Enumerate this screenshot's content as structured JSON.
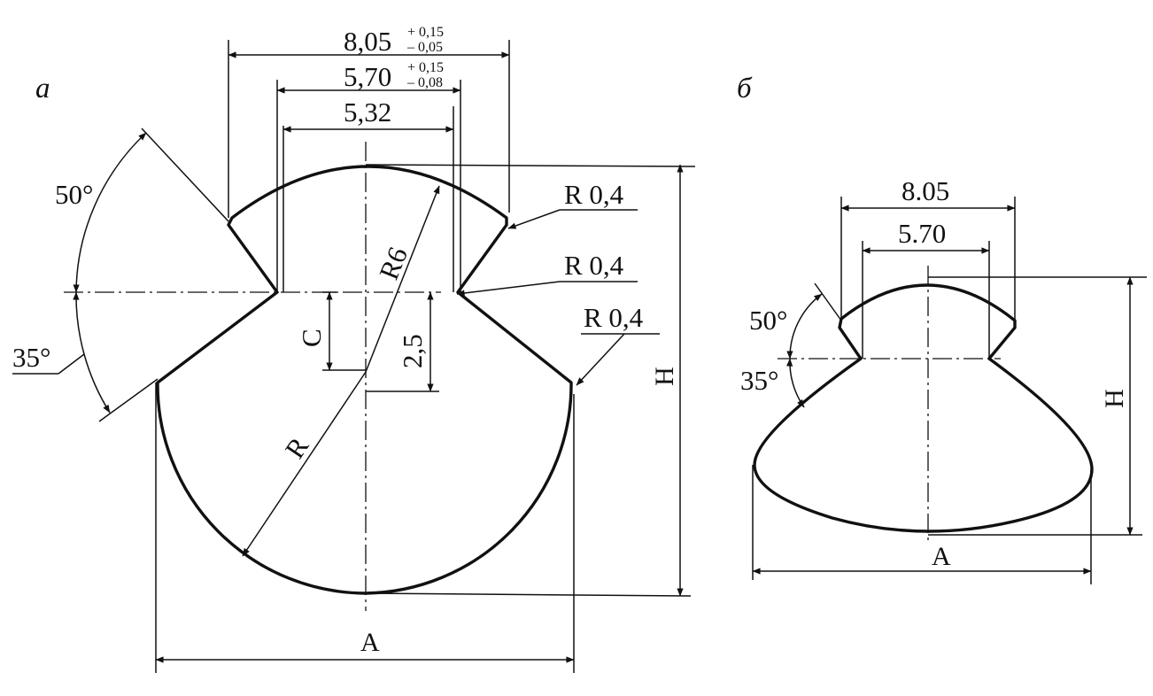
{
  "figure_a": {
    "label": "а",
    "dim_outer": {
      "nominal": "8,05",
      "tol_upper": "+ 0,15",
      "tol_lower": "– 0,05"
    },
    "dim_neck_top": {
      "nominal": "5,70",
      "tol_upper": "+ 0,15",
      "tol_lower": "– 0,08"
    },
    "dim_neck": "5,32",
    "angle_top": "50°",
    "angle_bottom": "35°",
    "radius_corner_1": "R 0,4",
    "radius_corner_2": "R 0,4",
    "radius_corner_3": "R 0,4",
    "radius_top": "R6",
    "radius_bottom": "R",
    "dim_c": "C",
    "dim_offset": "2,5",
    "dim_height": "H",
    "dim_width": "A"
  },
  "figure_b": {
    "label": "б",
    "dim_outer": "8.05",
    "dim_neck": "5.70",
    "angle_top": "50°",
    "angle_bottom": "35°",
    "dim_height": "H",
    "dim_width": "A"
  }
}
